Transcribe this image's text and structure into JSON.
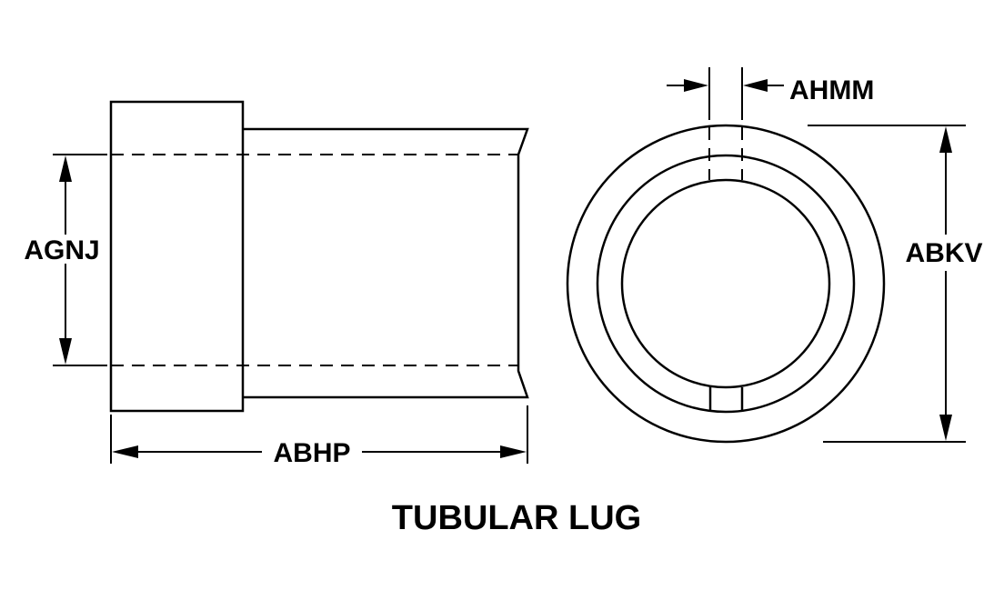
{
  "diagram": {
    "title": "TUBULAR LUG",
    "dimensions": {
      "agnj": "AGNJ",
      "abhp": "ABHP",
      "ahmm": "AHMM",
      "abkv": "ABKV"
    },
    "colors": {
      "line": "#000000",
      "background": "#ffffff"
    }
  }
}
